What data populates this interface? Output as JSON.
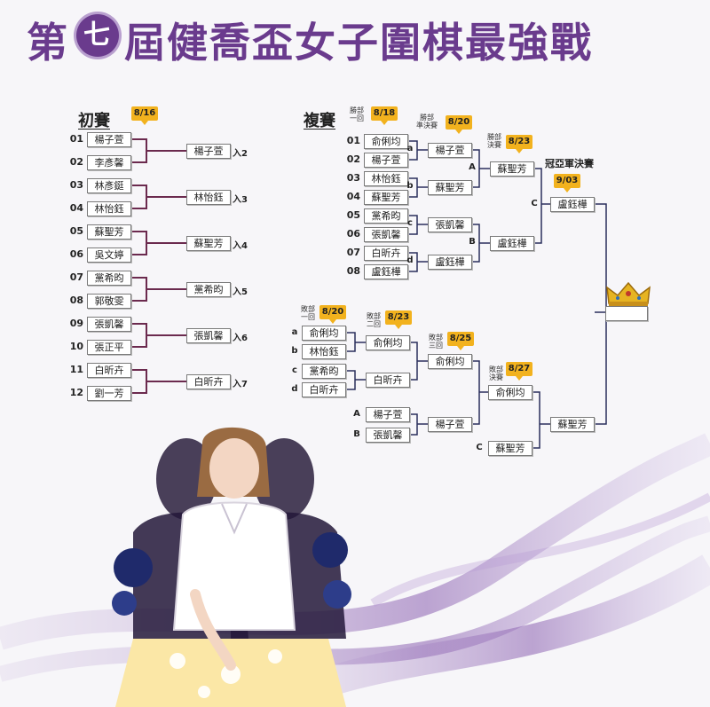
{
  "title": {
    "pre": "第",
    "seven": "七",
    "post": "屆健喬盃女子圍棋最強戰"
  },
  "prelim": {
    "heading": "初賽",
    "date": "8/16",
    "matches": [
      {
        "p1_num": "01",
        "p1": "楊子萱",
        "p2_num": "02",
        "p2": "李彥馨",
        "winner": "楊子萱",
        "adv": "入2"
      },
      {
        "p1_num": "03",
        "p1": "林彥鋌",
        "p2_num": "04",
        "p2": "林怡鈺",
        "winner": "林怡鈺",
        "adv": "入3"
      },
      {
        "p1_num": "05",
        "p1": "蘇聖芳",
        "p2_num": "06",
        "p2": "吳文婷",
        "winner": "蘇聖芳",
        "adv": "入4"
      },
      {
        "p1_num": "07",
        "p1": "黨希昀",
        "p2_num": "08",
        "p2": "郭敬雯",
        "winner": "黨希昀",
        "adv": "入5"
      },
      {
        "p1_num": "09",
        "p1": "張凱馨",
        "p2_num": "10",
        "p2": "張正平",
        "winner": "張凱馨",
        "adv": "入6"
      },
      {
        "p1_num": "11",
        "p1": "白昕卉",
        "p2_num": "12",
        "p2": "劉一芳",
        "winner": "白昕卉",
        "adv": "入7"
      }
    ]
  },
  "main": {
    "heading": "複賽",
    "r1_note": "勝部\n一回",
    "r1_date": "8/18",
    "r2_note": "勝部\n準決賽",
    "r2_date": "8/20",
    "r3_note": "勝部\n決賽",
    "r3_date": "8/23",
    "final_label": "冠亞軍決賽",
    "final_date": "9/03",
    "r1": [
      {
        "num": "01",
        "name": "俞俐均"
      },
      {
        "num": "02",
        "name": "楊子萱"
      },
      {
        "num": "03",
        "name": "林怡鈺"
      },
      {
        "num": "04",
        "name": "蘇聖芳"
      },
      {
        "num": "05",
        "name": "黨希昀"
      },
      {
        "num": "06",
        "name": "張凱馨"
      },
      {
        "num": "07",
        "name": "白昕卉"
      },
      {
        "num": "08",
        "name": "盧鈺樺"
      }
    ],
    "r1_tags": [
      "a",
      "b",
      "c",
      "d"
    ],
    "r2": [
      "楊子萱",
      "蘇聖芳",
      "張凱馨",
      "盧鈺樺"
    ],
    "r2_tags": [
      "A",
      "B"
    ],
    "r3": [
      "蘇聖芳",
      "盧鈺樺"
    ],
    "r3_tag": "C",
    "final_top": "盧鈺樺"
  },
  "losers": {
    "r1_note": "敗部\n一回",
    "r1_date": "8/20",
    "r2_note": "敗部\n二回",
    "r2_date": "8/23",
    "r3_note": "敗部\n三回",
    "r3_date": "8/25",
    "r4_note": "敗部\n決賽",
    "r4_date": "8/27",
    "r1": [
      {
        "tag": "a",
        "name": "俞俐均"
      },
      {
        "tag": "b",
        "name": "林怡鈺"
      },
      {
        "tag": "c",
        "name": "黨希昀"
      },
      {
        "tag": "d",
        "name": "白昕卉"
      }
    ],
    "r2": [
      "俞俐均",
      "白昕卉"
    ],
    "r3": "俞俐均",
    "ab": [
      {
        "tag": "A",
        "name": "楊子萱"
      },
      {
        "tag": "B",
        "name": "張凱馨"
      }
    ],
    "ab_winner": "楊子萱",
    "r4": "俞俐均",
    "c": {
      "tag": "C",
      "name": "蘇聖芳"
    },
    "losers_final": "蘇聖芳"
  },
  "champion_box": ""
}
